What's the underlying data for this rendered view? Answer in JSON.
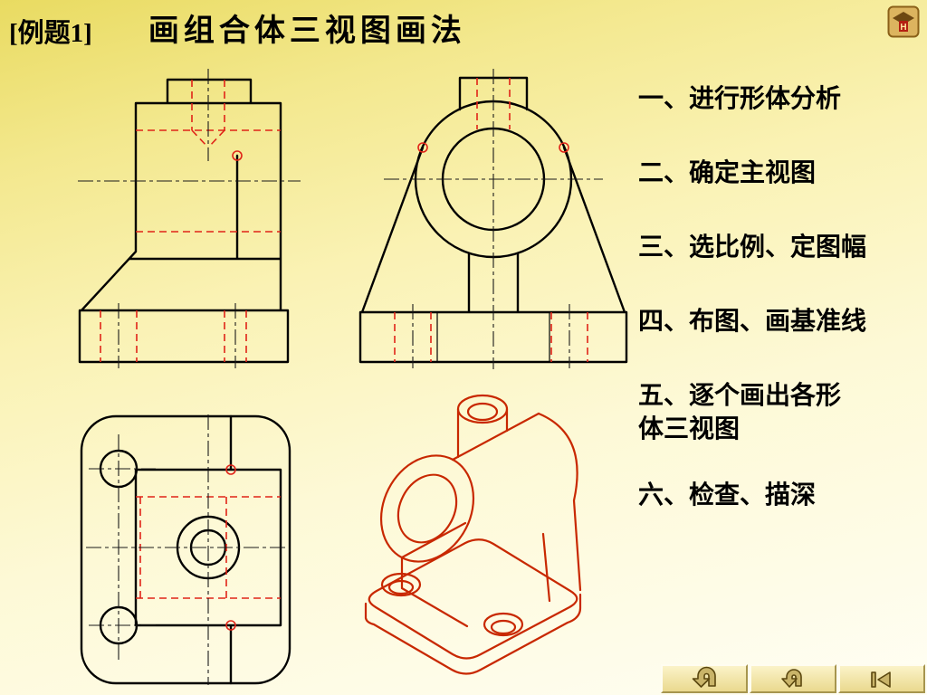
{
  "slide": {
    "title_prefix": "[例题1]",
    "title": "画组合体三视图画法"
  },
  "steps": [
    {
      "text": "一、进行形体分析"
    },
    {
      "text": "二、确定主视图"
    },
    {
      "text": "三、选比例、定图幅"
    },
    {
      "text": "四、布图、画基准线"
    },
    {
      "text": "五、逐个画出各形体三视图"
    },
    {
      "text": "六、检查、描深"
    }
  ],
  "nav": {
    "buttons": [
      {
        "id": "return-button",
        "icon": "u-turn-down-arrow-icon"
      },
      {
        "id": "back-button",
        "icon": "curve-return-arrow-icon"
      },
      {
        "id": "go-first-button",
        "icon": "previous-to-bar-arrow-icon"
      }
    ]
  },
  "logo": {
    "icon": "gold-emblem-icon",
    "monogram": "H"
  },
  "colors": {
    "background_top": "#e9db61",
    "background_bottom": "#fffef4",
    "outline_black": "#000000",
    "hidden_line_red": "#e02418",
    "isometric_red": "#c82800",
    "button_face": "#f1e5ab"
  }
}
